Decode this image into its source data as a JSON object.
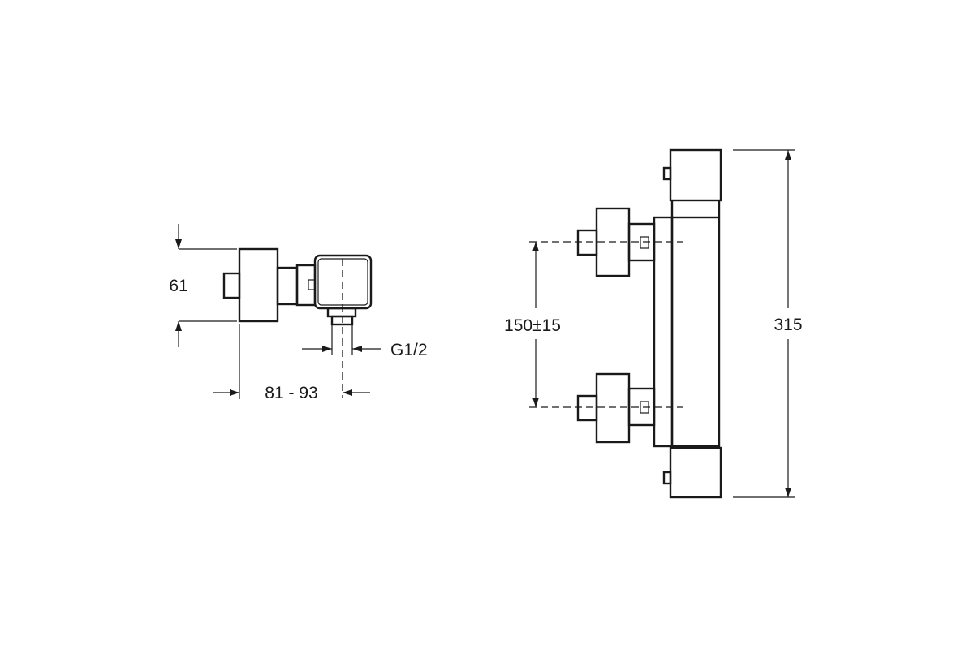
{
  "dimensions": {
    "height_side": "61",
    "depth_side": "81 - 93",
    "connection_thread": "G1/2",
    "inlet_spacing": "150±15",
    "total_length": "315"
  }
}
